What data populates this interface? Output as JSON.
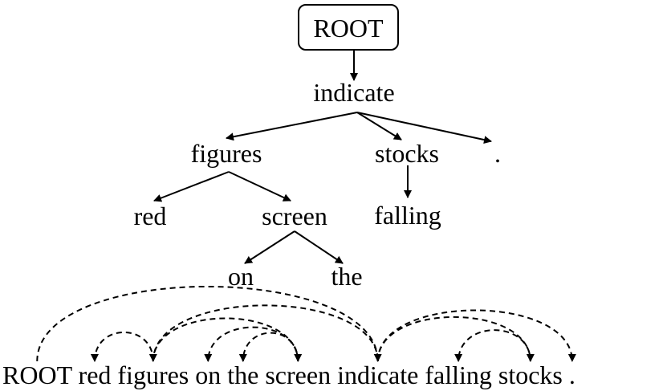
{
  "root_label": "ROOT",
  "tree_nodes": [
    {
      "id": "indicate",
      "label": "indicate"
    },
    {
      "id": "figures",
      "label": "figures"
    },
    {
      "id": "stocks",
      "label": "stocks"
    },
    {
      "id": "period",
      "label": "."
    },
    {
      "id": "red",
      "label": "red"
    },
    {
      "id": "screen",
      "label": "screen"
    },
    {
      "id": "falling",
      "label": "falling"
    },
    {
      "id": "on",
      "label": "on"
    },
    {
      "id": "the",
      "label": "the"
    }
  ],
  "tree_edges": [
    [
      "root",
      "indicate"
    ],
    [
      "indicate",
      "figures"
    ],
    [
      "indicate",
      "stocks"
    ],
    [
      "indicate",
      "period"
    ],
    [
      "figures",
      "red"
    ],
    [
      "figures",
      "screen"
    ],
    [
      "stocks",
      "falling"
    ],
    [
      "screen",
      "on"
    ],
    [
      "screen",
      "the"
    ]
  ],
  "sentence": [
    "ROOT",
    "red",
    "figures",
    "on",
    "the",
    "screen",
    "indicate",
    "falling",
    "stocks",
    "."
  ],
  "sentence_arcs": [
    [
      0,
      6
    ],
    [
      2,
      1
    ],
    [
      2,
      5
    ],
    [
      5,
      3
    ],
    [
      5,
      4
    ],
    [
      6,
      2
    ],
    [
      6,
      8
    ],
    [
      6,
      9
    ],
    [
      8,
      7
    ]
  ]
}
